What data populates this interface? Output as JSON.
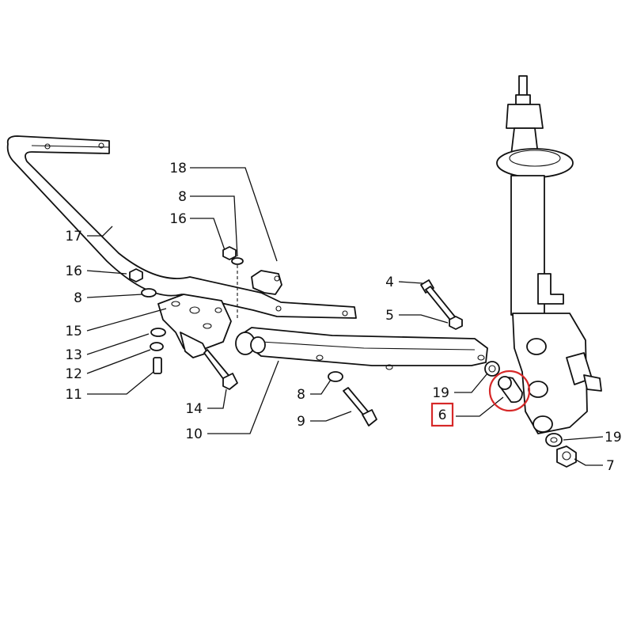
{
  "diagram": {
    "labels": [
      {
        "id": "l18",
        "text": "18"
      },
      {
        "id": "l8a",
        "text": "8"
      },
      {
        "id": "l16a",
        "text": "16"
      },
      {
        "id": "l17",
        "text": "17"
      },
      {
        "id": "l16b",
        "text": "16"
      },
      {
        "id": "l8b",
        "text": "8"
      },
      {
        "id": "l15",
        "text": "15"
      },
      {
        "id": "l13",
        "text": "13"
      },
      {
        "id": "l12",
        "text": "12"
      },
      {
        "id": "l11",
        "text": "11"
      },
      {
        "id": "l14",
        "text": "14"
      },
      {
        "id": "l10",
        "text": "10"
      },
      {
        "id": "l4",
        "text": "4"
      },
      {
        "id": "l5",
        "text": "5"
      },
      {
        "id": "l8c",
        "text": "8"
      },
      {
        "id": "l9",
        "text": "9"
      },
      {
        "id": "l19a",
        "text": "19"
      },
      {
        "id": "l6",
        "text": "6"
      },
      {
        "id": "l19b",
        "text": "19"
      },
      {
        "id": "l7",
        "text": "7"
      }
    ],
    "highlight": {
      "part": "6",
      "color": "#d62828"
    }
  }
}
